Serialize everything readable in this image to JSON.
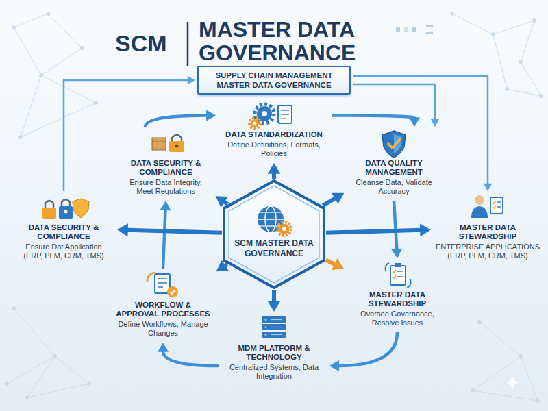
{
  "diagram": {
    "title": "MASTER DATA GOVERNANCE",
    "nodes": [
      {
        "text": [
          "SUPPLY CHAIN MANAGEMENT MASTER DATA GOVERNANCE"
        ]
      },
      {
        "text": [
          "DATA STANDARDIZATION",
          "Define Definitions, Formats, Policies"
        ]
      },
      {
        "text": [
          "DATA SECURITY & COMPLIANCE",
          "Ensure Data Integrity, Meet Regulations"
        ]
      },
      {
        "text": [
          "DATA QUALITY MANAGEMENT",
          "Cleanse Data, Validate Accuracy"
        ]
      },
      {
        "text": [
          "DATA SECURITY & COMPLIANCE",
          "Ensure Dat Application (ERP, PLM, CRM, TMS)"
        ]
      },
      {
        "text": [
          "SCM MASTER DATA GOVERNANCE"
        ]
      },
      {
        "text": [
          "MASTER DATA STEWARDSHIP",
          "ENTERPRISE APPLICATIONS (ERP, PLM, CRM, TMS)"
        ]
      },
      {
        "text": [
          "WORKFLOW & APPROVAL PROCESSES",
          "Define Workflows, Manage Changes"
        ]
      },
      {
        "text": [
          "MASTER DATA STEWARDSHIP",
          "Oversee Governance, Resolve Issues"
        ]
      },
      {
        "text": [
          "MDM PLATFORM & TECHNOLOGY",
          "Centralized Systems, Data Integration"
        ]
      }
    ],
    "edges": [
      {
        "from": 4,
        "to": 0,
        "arrow": "to"
      },
      {
        "from": 0,
        "to": 3,
        "arrow": "to"
      },
      {
        "from": 0,
        "to": 6,
        "arrow": "to"
      },
      {
        "from": 2,
        "to": 1,
        "arrow": "to"
      },
      {
        "from": 1,
        "to": 3,
        "arrow": "to"
      },
      {
        "from": 3,
        "to": 8,
        "arrow": "to"
      },
      {
        "from": 8,
        "to": 9,
        "arrow": "to"
      },
      {
        "from": 9,
        "to": 7,
        "arrow": "to"
      },
      {
        "from": 7,
        "to": 2,
        "arrow": "to"
      },
      {
        "from": 5,
        "to": 1,
        "arrow": "to"
      },
      {
        "from": 5,
        "to": 2,
        "arrow": "to"
      },
      {
        "from": 5,
        "to": 3,
        "arrow": "to"
      },
      {
        "from": 5,
        "to": 4,
        "arrow": "to"
      },
      {
        "from": 5,
        "to": 6,
        "arrow": "to"
      },
      {
        "from": 5,
        "to": 7,
        "arrow": "to"
      },
      {
        "from": 5,
        "to": 8,
        "arrow": "to"
      },
      {
        "from": 5,
        "to": 9,
        "arrow": "to"
      }
    ],
    "labels": [
      "SCM"
    ]
  }
}
